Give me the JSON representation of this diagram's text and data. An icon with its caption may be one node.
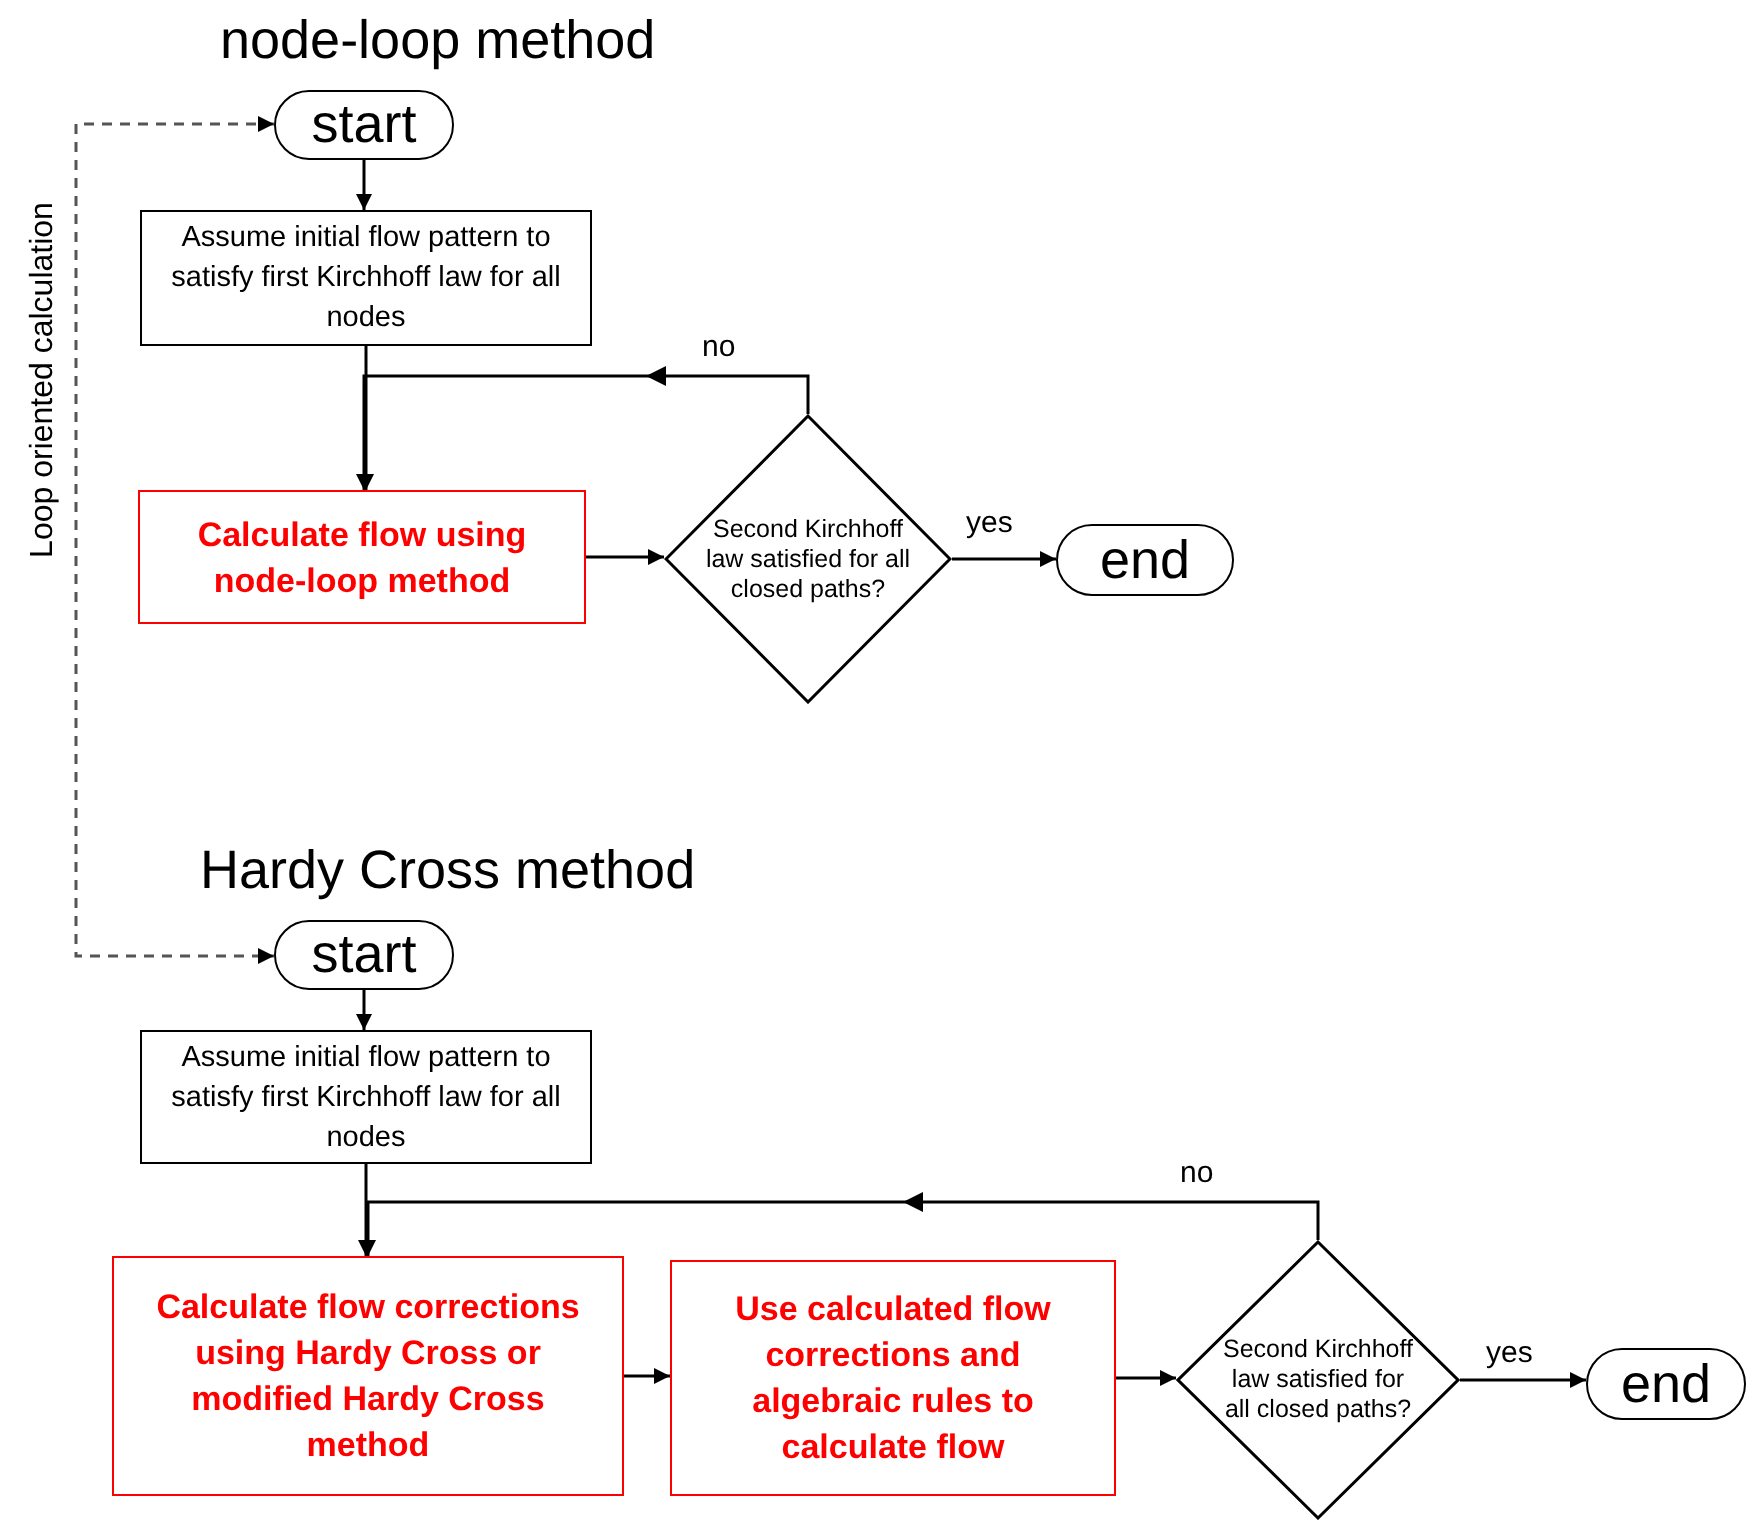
{
  "diagram": {
    "nodes": [
      {
        "text": [
          "start"
        ]
      },
      {
        "text": [
          "Assume initial flow pattern to satisfy first Kirchhoff law for all nodes"
        ]
      },
      {
        "text": [
          "Calculate flow using node-loop method"
        ]
      },
      {
        "text": [
          "Second Kirchhoff law satisfied for all closed paths?"
        ]
      },
      {
        "text": [
          "end"
        ]
      },
      {
        "text": [
          "start"
        ]
      },
      {
        "text": [
          "Assume initial flow pattern to satisfy first Kirchhoff law for all nodes"
        ]
      },
      {
        "text": [
          "Calculate flow corrections using Hardy Cross or modified Hardy Cross method"
        ]
      },
      {
        "text": [
          "Use calculated flow corrections and algebraic rules to calculate flow"
        ]
      },
      {
        "text": [
          "Second Kirchhoff law satisfied for all closed paths?"
        ]
      },
      {
        "text": [
          "end"
        ]
      }
    ],
    "edges": [
      {
        "from": 0,
        "to": 1,
        "arrow": "to"
      },
      {
        "from": 1,
        "to": 2,
        "arrow": "to"
      },
      {
        "from": 2,
        "to": 3,
        "arrow": "to"
      },
      {
        "from": 3,
        "to": 4,
        "arrow": "to",
        "label": "yes"
      },
      {
        "from": 3,
        "to": 2,
        "arrow": "to",
        "label": "no"
      },
      {
        "from": 0,
        "to": 5,
        "arrow": "both",
        "style": "dashed",
        "label": "Loop oriented calculation"
      },
      {
        "from": 5,
        "to": 6,
        "arrow": "to"
      },
      {
        "from": 6,
        "to": 7,
        "arrow": "to"
      },
      {
        "from": 7,
        "to": 8,
        "arrow": "to"
      },
      {
        "from": 8,
        "to": 9,
        "arrow": "to"
      },
      {
        "from": 9,
        "to": 10,
        "arrow": "to",
        "label": "yes"
      },
      {
        "from": 9,
        "to": 7,
        "arrow": "to",
        "label": "no"
      }
    ],
    "labels": [
      "node-loop method",
      "Hardy Cross method"
    ]
  }
}
